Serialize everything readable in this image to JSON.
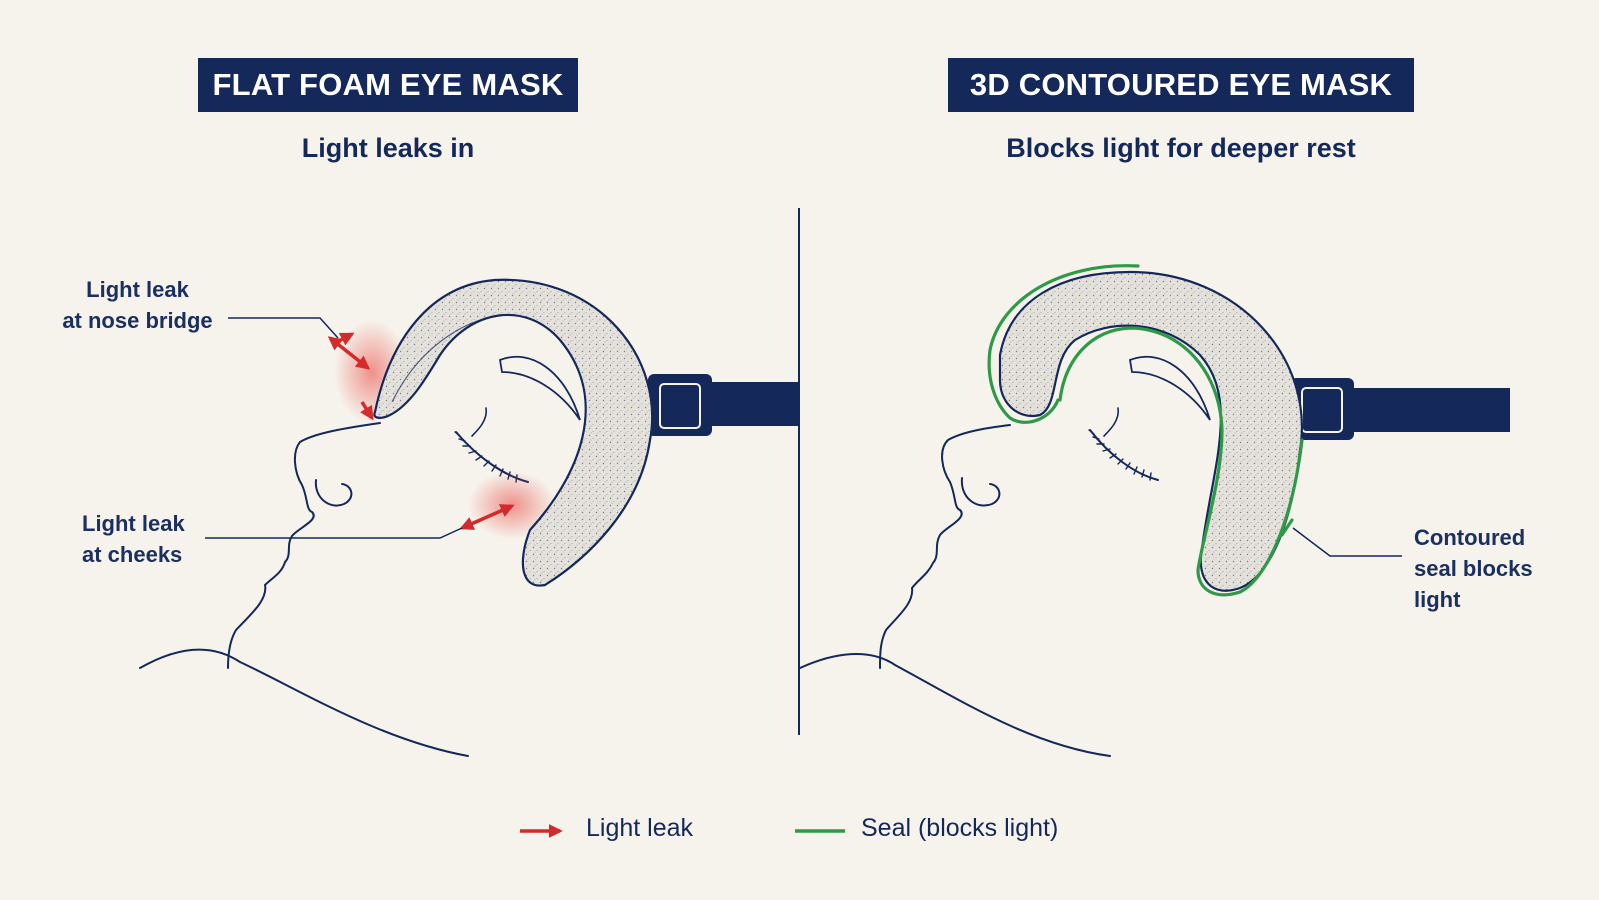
{
  "left_panel": {
    "title": "FLAT FOAM EYE MASK",
    "subtitle": "Light leaks in",
    "callouts": {
      "nose_bridge": [
        "Light leak",
        "at nose bridge"
      ],
      "cheeks": [
        "Light leak",
        "at cheeks"
      ]
    }
  },
  "right_panel": {
    "title": "3D CONTOURED EYE MASK",
    "subtitle": "Blocks light for deeper rest",
    "callouts": {
      "seal": [
        "Contoured",
        "seal blocks",
        "light"
      ]
    }
  },
  "legend": {
    "leak_label": "Light leak",
    "seal_label": "Seal (blocks light)"
  },
  "colors": {
    "navy": "#14285a",
    "leak_red": "#d32a2a",
    "seal_green": "#2e9a47",
    "foam_fill": "#e3e0da",
    "background": "#f6f3ec"
  },
  "icons": {
    "leak": "double-arrow-icon",
    "seal": "green-line-icon"
  }
}
